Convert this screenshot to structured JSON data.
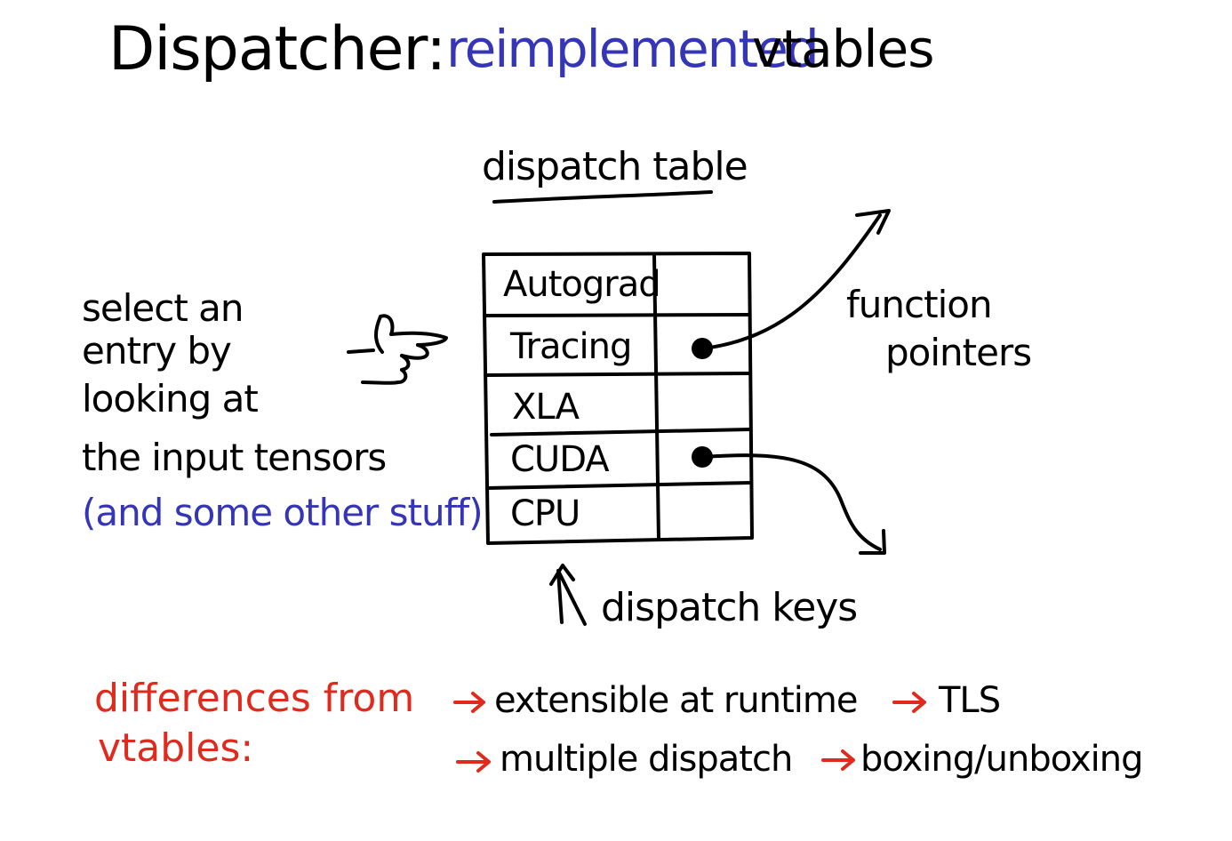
{
  "title": {
    "part1": "Dispatcher:",
    "part2": "reimplemented",
    "part3": "vtables"
  },
  "table": {
    "title": "dispatch table",
    "rows": [
      {
        "label": "Autograd",
        "has_pointer": false
      },
      {
        "label": "Tracing",
        "has_pointer": true
      },
      {
        "label": "XLA",
        "has_pointer": false
      },
      {
        "label": "CUDA",
        "has_pointer": true
      },
      {
        "label": "CPU",
        "has_pointer": false
      }
    ]
  },
  "left_note": {
    "lines": [
      "select an",
      "entry by",
      "looking at",
      "the input tensors"
    ],
    "aside": "(and some other stuff)"
  },
  "function_pointers": {
    "line1": "function",
    "line2": "pointers"
  },
  "dispatch_keys": "dispatch keys",
  "differences": {
    "line1": "differences from",
    "line2": "vtables:",
    "items": [
      "extensible at runtime",
      "TLS",
      "multiple dispatch",
      "boxing/unboxing"
    ]
  },
  "colors": {
    "ink": "#000000",
    "blue": "#3535b8",
    "red": "#e02a1e",
    "background": "#ffffff"
  }
}
